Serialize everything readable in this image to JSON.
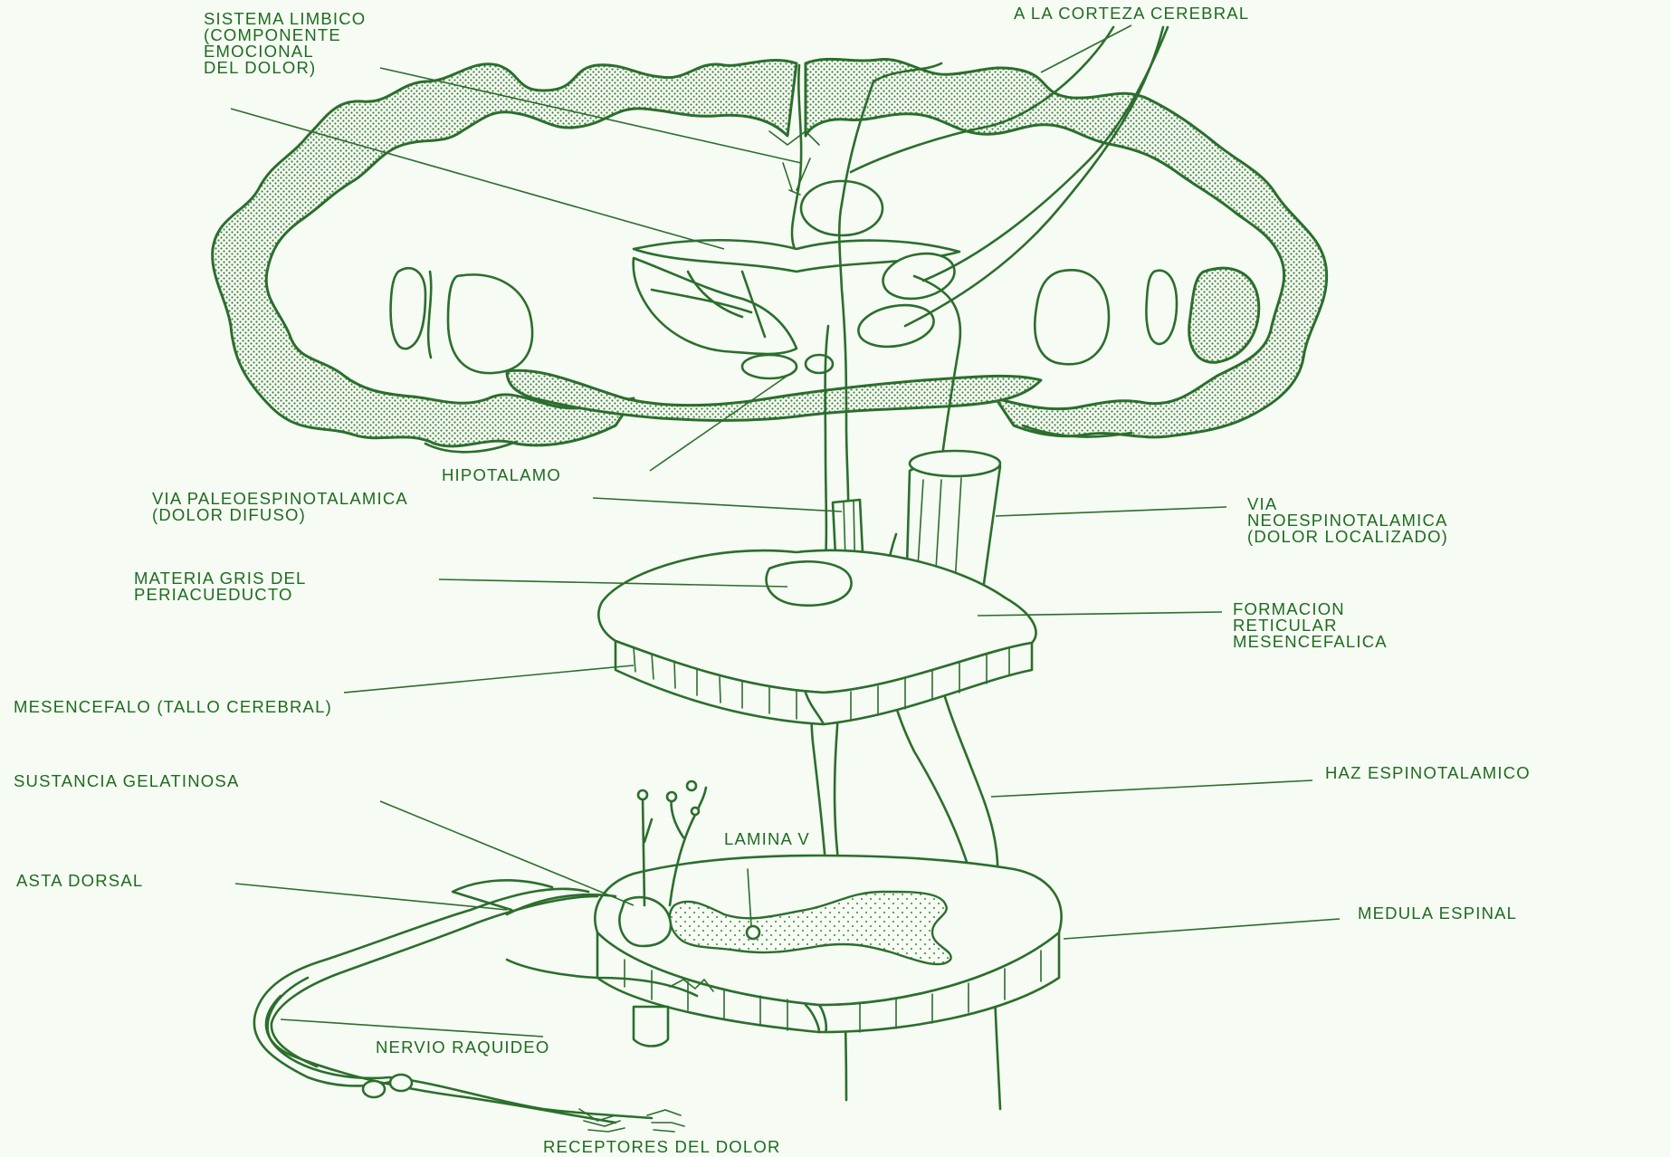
{
  "colors": {
    "ink": "#2b6e2d",
    "label": "#1f6b21",
    "background": "#f6fbf3"
  },
  "labels": {
    "sistema_limbico": "SISTEMA LIMBICO\n(COMPONENTE\nEMOCIONAL\nDEL DOLOR)",
    "corteza_cerebral": "A LA CORTEZA CEREBRAL",
    "hipotalamo": "HIPOTALAMO",
    "via_paleo": "VIA PALEOESPINOTALAMICA\n(DOLOR DIFUSO)",
    "via_neo": "VIA\nNEOESPINOTALAMICA\n(DOLOR LOCALIZADO)",
    "materia_gris": "MATERIA GRIS DEL\nPERIACUEDUCTO",
    "formacion_reticular": "FORMACION\nRETICULAR\nMESENCEFALICA",
    "mesencefalo": "MESENCEFALO (TALLO CEREBRAL)",
    "haz_espinotalamico": "HAZ ESPINOTALAMICO",
    "sustancia_gelatinosa": "SUSTANCIA GELATINOSA",
    "lamina_v": "LAMINA V",
    "asta_dorsal": "ASTA DORSAL",
    "medula_espinal": "MEDULA ESPINAL",
    "nervio_raquideo": "NERVIO RAQUIDEO",
    "receptores_dolor": "RECEPTORES DEL DOLOR"
  }
}
